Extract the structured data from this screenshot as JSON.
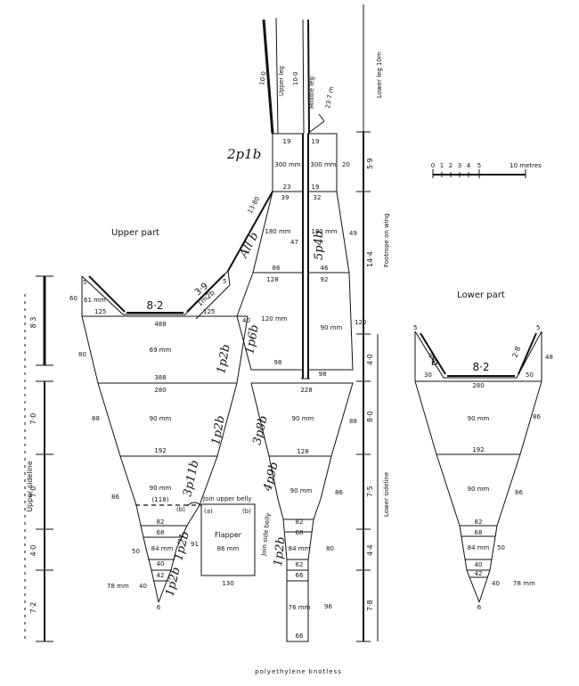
{
  "titles": {
    "upper_part": "Upper part",
    "lower_part": "Lower part",
    "footer": "polyethylene knotless"
  },
  "scale": {
    "ticks": [
      "0",
      "1",
      "2",
      "3",
      "4",
      "5"
    ],
    "end": "10 metres"
  },
  "header": {
    "upper_leg": "Upper leg",
    "middle_leg": "Middle leg",
    "lower_leg": "Lower leg 10m",
    "upper_leg_len": "10·0",
    "middle_leg_len": "10·0",
    "middle_leg_extra": "23·7 m"
  },
  "left_axis": {
    "label": "Upper sideline",
    "seg1": "8·3",
    "seg2": "7·0",
    "seg3": "7·0",
    "seg4": "4·0",
    "seg5": "7·2"
  },
  "right_axis": {
    "seg1": "5·9",
    "seg2": "14·4",
    "footrope": "Footrope on wing",
    "seg3": "4·0",
    "seg4": "8·0",
    "seg5": "7·5",
    "seg6": "4·4",
    "seg7": "7·8",
    "lower_sideline": "Lower sideline"
  },
  "upper_panel": {
    "wing_mesh": "61 mm",
    "wing_top": "5",
    "wing_base": "125",
    "wing_side": "60",
    "right_wing_base": "125",
    "wing_span": "8·2",
    "wing_span_r": "3·9",
    "wing_joint": "5",
    "cut_1m2b": "1m2b",
    "row1_top": "488",
    "row1_mesh": "69 mm",
    "row1_bot": "388",
    "row1_side": "80",
    "row2_top": "280",
    "row2_mesh": "90 mm",
    "row2_bot": "192",
    "row2_side": "88",
    "row3_mesh": "90 mm",
    "row3_join": "(118)",
    "row3_side": "86",
    "cone_a": "82",
    "cone_b": "68",
    "cone_mesh": "84 mm",
    "cone_c": "40",
    "cone_d": "42",
    "cone_side": "50",
    "cone_side2": "40",
    "cone_mesh2": "78 mm",
    "tip": "6",
    "cut1": "1p2b",
    "cut2": "1p2b",
    "cut3": "3p11b",
    "cut4": "1p2b",
    "cut5": "1p2b",
    "b_label": "(b)",
    "join_upper": "Join upper belly"
  },
  "flapper": {
    "a": "(a)",
    "b": "(b)",
    "label": "Flapper",
    "mesh": "86 mm",
    "bottom": "130",
    "left": "91"
  },
  "middle_panel": {
    "top": "19",
    "mesh1": "300 mm",
    "b1": "23",
    "b2": "39",
    "mesh2": "180 mm",
    "side2": "47",
    "b3": "86",
    "b4": "128",
    "mesh3": "120 mm",
    "side3": "40",
    "b5": "98",
    "top_leg": "13·80",
    "all_b": "All b",
    "cut_2p1b": "2p1b",
    "cut_1p6b": "1p6b",
    "body_top": "228",
    "body_mesh": "90 mm",
    "body_b1": "128",
    "body_mesh2": "90 mm",
    "body_b2": "82",
    "body_b3": "68",
    "body_mesh3": "84 mm",
    "body_b4": "62",
    "body_b5": "66",
    "body_mesh4": "76 mm",
    "body_bot": "66",
    "cut_3p8b": "3p8b",
    "cut_4p9b": "4p9b",
    "cut_1p2b": "1p2b",
    "join_side": "Join side belly"
  },
  "side_panel": {
    "top": "19",
    "mesh1": "300 mm",
    "side1": "20",
    "b1": "19",
    "b2": "32",
    "mesh2": "180 mm",
    "side2": "49",
    "b3": "46",
    "b4": "92",
    "mesh3": "90 mm",
    "side3": "120",
    "b5": "98",
    "cut": "5p4b",
    "right88": "88",
    "right86": "86",
    "right80": "80",
    "right96": "96"
  },
  "lower_panel": {
    "wing_top_l": "5",
    "wing_top_r": "5",
    "wing_base_l": "30",
    "wing_base_r": "50",
    "wing_side": "48",
    "span": "8·2",
    "left_leg": "4·1",
    "right_leg": "2·8",
    "cut_b": "b",
    "top": "280",
    "mesh1": "90 mm",
    "b1": "192",
    "mesh2": "90 mm",
    "side1": "86",
    "side2": "86",
    "b2": "82",
    "b3": "68",
    "mesh3": "84 mm",
    "side3": "50",
    "b4": "40",
    "b5": "42",
    "b6": "40",
    "mesh4": "78 mm",
    "tip": "6"
  }
}
